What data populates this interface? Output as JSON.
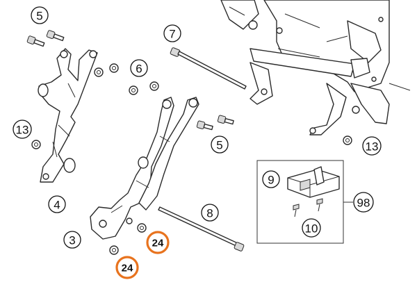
{
  "colors": {
    "highlight": "#e8731e",
    "line": "#2a2a2a"
  },
  "callouts": {
    "c5a": "5",
    "c7": "7",
    "c6": "6",
    "c13a": "13",
    "c5b": "5",
    "c13b": "13",
    "c9": "9",
    "c98": "98",
    "c4": "4",
    "c8": "8",
    "c10": "10",
    "c3": "3",
    "c24a": "24",
    "c24b": "24"
  }
}
